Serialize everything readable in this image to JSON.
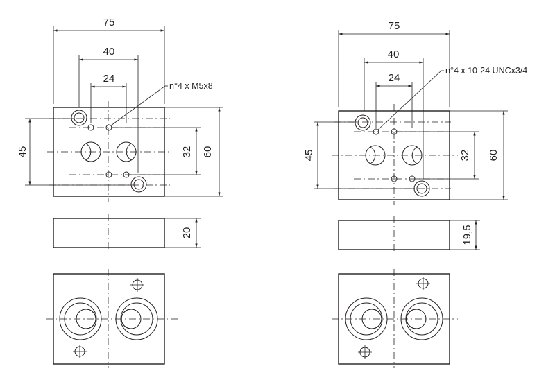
{
  "left": {
    "dim_75": "75",
    "dim_40": "40",
    "dim_24": "24",
    "dim_45": "45",
    "dim_32": "32",
    "dim_60": "60",
    "dim_thickness": "20",
    "callout": "n°4 x M5x8"
  },
  "right": {
    "dim_75": "75",
    "dim_40": "40",
    "dim_24": "24",
    "dim_45": "45",
    "dim_32": "32",
    "dim_60": "60",
    "dim_thickness": "19,5",
    "callout": "n°4 x 10-24 UNCx3/4"
  }
}
